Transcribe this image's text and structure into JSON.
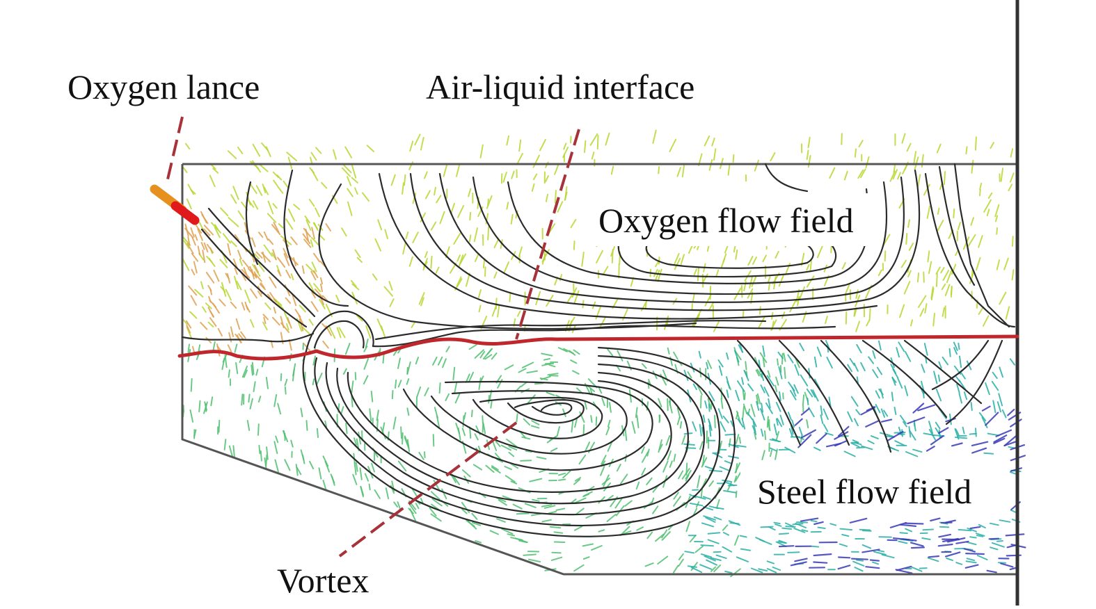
{
  "labels": {
    "oxygen_lance": "Oxygen lance",
    "interface": "Air-liquid interface",
    "oxygen_field": "Oxygen flow field",
    "steel_field": "Steel flow field",
    "vortex": "Vortex"
  },
  "colors": {
    "outline": "#555555",
    "streamline": "#2b2b2b",
    "interface_line": "#c0272d",
    "leader_line": "#a8323a",
    "gas_vectors": "#b7d832",
    "steel_vectors": "#52c072",
    "deep_vectors": "#2ab0a6",
    "corner_vectors": "#3a3ab8",
    "jet_vectors": "#e0a050",
    "lance_tip": "#e01a1a"
  }
}
